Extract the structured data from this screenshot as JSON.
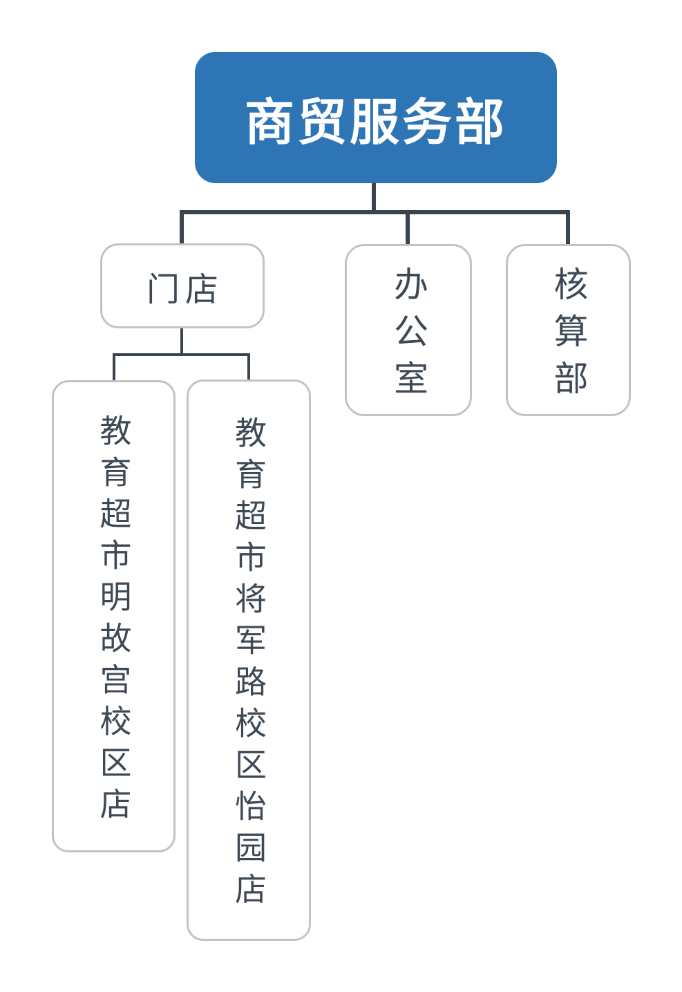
{
  "colors": {
    "root_fill": "#2e75b6",
    "root_text": "#ffffff",
    "node_border": "#c3c3c3",
    "node_text": "#3e4955",
    "connector": "#3a444f",
    "page_bg": "#ffffff"
  },
  "org_chart": {
    "root": {
      "label": "商贸服务部"
    },
    "departments": [
      {
        "label": "门店"
      },
      {
        "label": "办公室"
      },
      {
        "label": "核算部"
      }
    ],
    "stores": [
      {
        "label": "教育超市明故宫校区店"
      },
      {
        "label": "教育超市将军路校区怡园店"
      }
    ]
  }
}
